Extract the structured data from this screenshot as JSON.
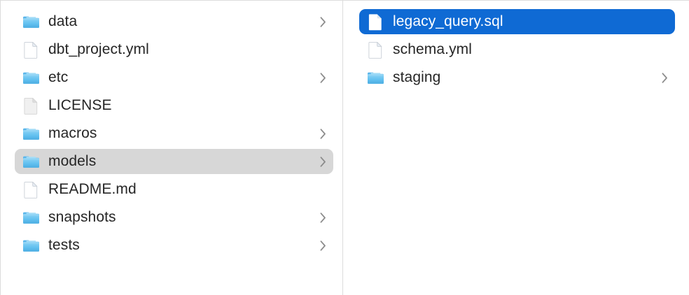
{
  "window": {
    "view": "column-view",
    "title": "Finder Column View"
  },
  "colors": {
    "selection_active": "#0f6ad4",
    "selection_inactive": "#d7d7d7",
    "text": "#262626",
    "text_selected": "#ffffff",
    "folder_blue": "#53b9ef",
    "divider": "#dcdcdc",
    "background": "#ffffff",
    "chevron": "#8a8a8a"
  },
  "columns": [
    {
      "name": "parent-column",
      "items": [
        {
          "label": "data",
          "kind": "folder",
          "icon": "folder-icon",
          "chevron": true,
          "selected": false,
          "active": false
        },
        {
          "label": "dbt_project.yml",
          "kind": "file",
          "icon": "document-icon",
          "chevron": false,
          "selected": false,
          "active": false
        },
        {
          "label": "etc",
          "kind": "folder",
          "icon": "folder-icon",
          "chevron": true,
          "selected": false,
          "active": false
        },
        {
          "label": "LICENSE",
          "kind": "file",
          "icon": "plain-document-icon",
          "chevron": false,
          "selected": false,
          "active": false
        },
        {
          "label": "macros",
          "kind": "folder",
          "icon": "folder-icon",
          "chevron": true,
          "selected": false,
          "active": false
        },
        {
          "label": "models",
          "kind": "folder",
          "icon": "folder-icon",
          "chevron": true,
          "selected": true,
          "active": false
        },
        {
          "label": "README.md",
          "kind": "file",
          "icon": "document-icon",
          "chevron": false,
          "selected": false,
          "active": false
        },
        {
          "label": "snapshots",
          "kind": "folder",
          "icon": "folder-icon",
          "chevron": true,
          "selected": false,
          "active": false
        },
        {
          "label": "tests",
          "kind": "folder",
          "icon": "folder-icon",
          "chevron": true,
          "selected": false,
          "active": false
        }
      ]
    },
    {
      "name": "child-column",
      "items": [
        {
          "label": "legacy_query.sql",
          "kind": "file",
          "icon": "document-icon",
          "chevron": false,
          "selected": true,
          "active": true
        },
        {
          "label": "schema.yml",
          "kind": "file",
          "icon": "document-icon",
          "chevron": false,
          "selected": false,
          "active": false
        },
        {
          "label": "staging",
          "kind": "folder",
          "icon": "folder-icon",
          "chevron": true,
          "selected": false,
          "active": false
        }
      ]
    }
  ]
}
